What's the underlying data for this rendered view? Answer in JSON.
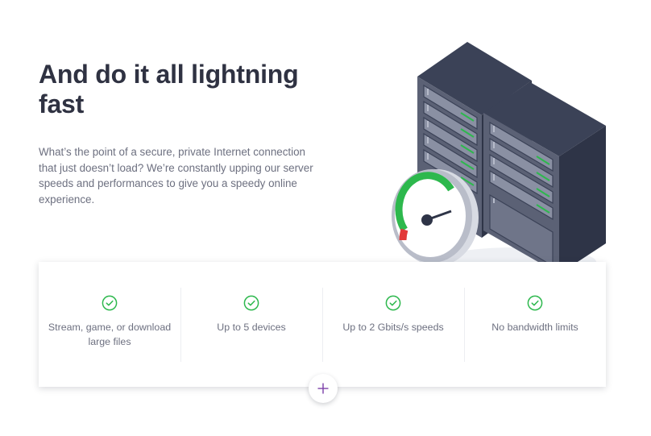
{
  "section": {
    "headline": "And do it all lightning fast",
    "body": "What’s the point of a secure, private Internet connection that just doesn’t load? We’re constantly upping our server speeds and performances to give you a speedy online experience."
  },
  "illustration": {
    "icon": "server-speedometer-illustration"
  },
  "features": [
    {
      "icon": "check-circle-icon",
      "label": "Stream, game, or download large files"
    },
    {
      "icon": "check-circle-icon",
      "label": "Up to 5 devices"
    },
    {
      "icon": "check-circle-icon",
      "label": "Up to 2 Gbits/s speeds"
    },
    {
      "icon": "check-circle-icon",
      "label": "No bandwidth limits"
    }
  ],
  "expand_button": {
    "icon": "plus-icon"
  },
  "colors": {
    "heading": "#2f3242",
    "body_text": "#6d7080",
    "check_green": "#2db84d",
    "accent_purple": "#7b3fa8",
    "server_dark": "#2e3447"
  }
}
